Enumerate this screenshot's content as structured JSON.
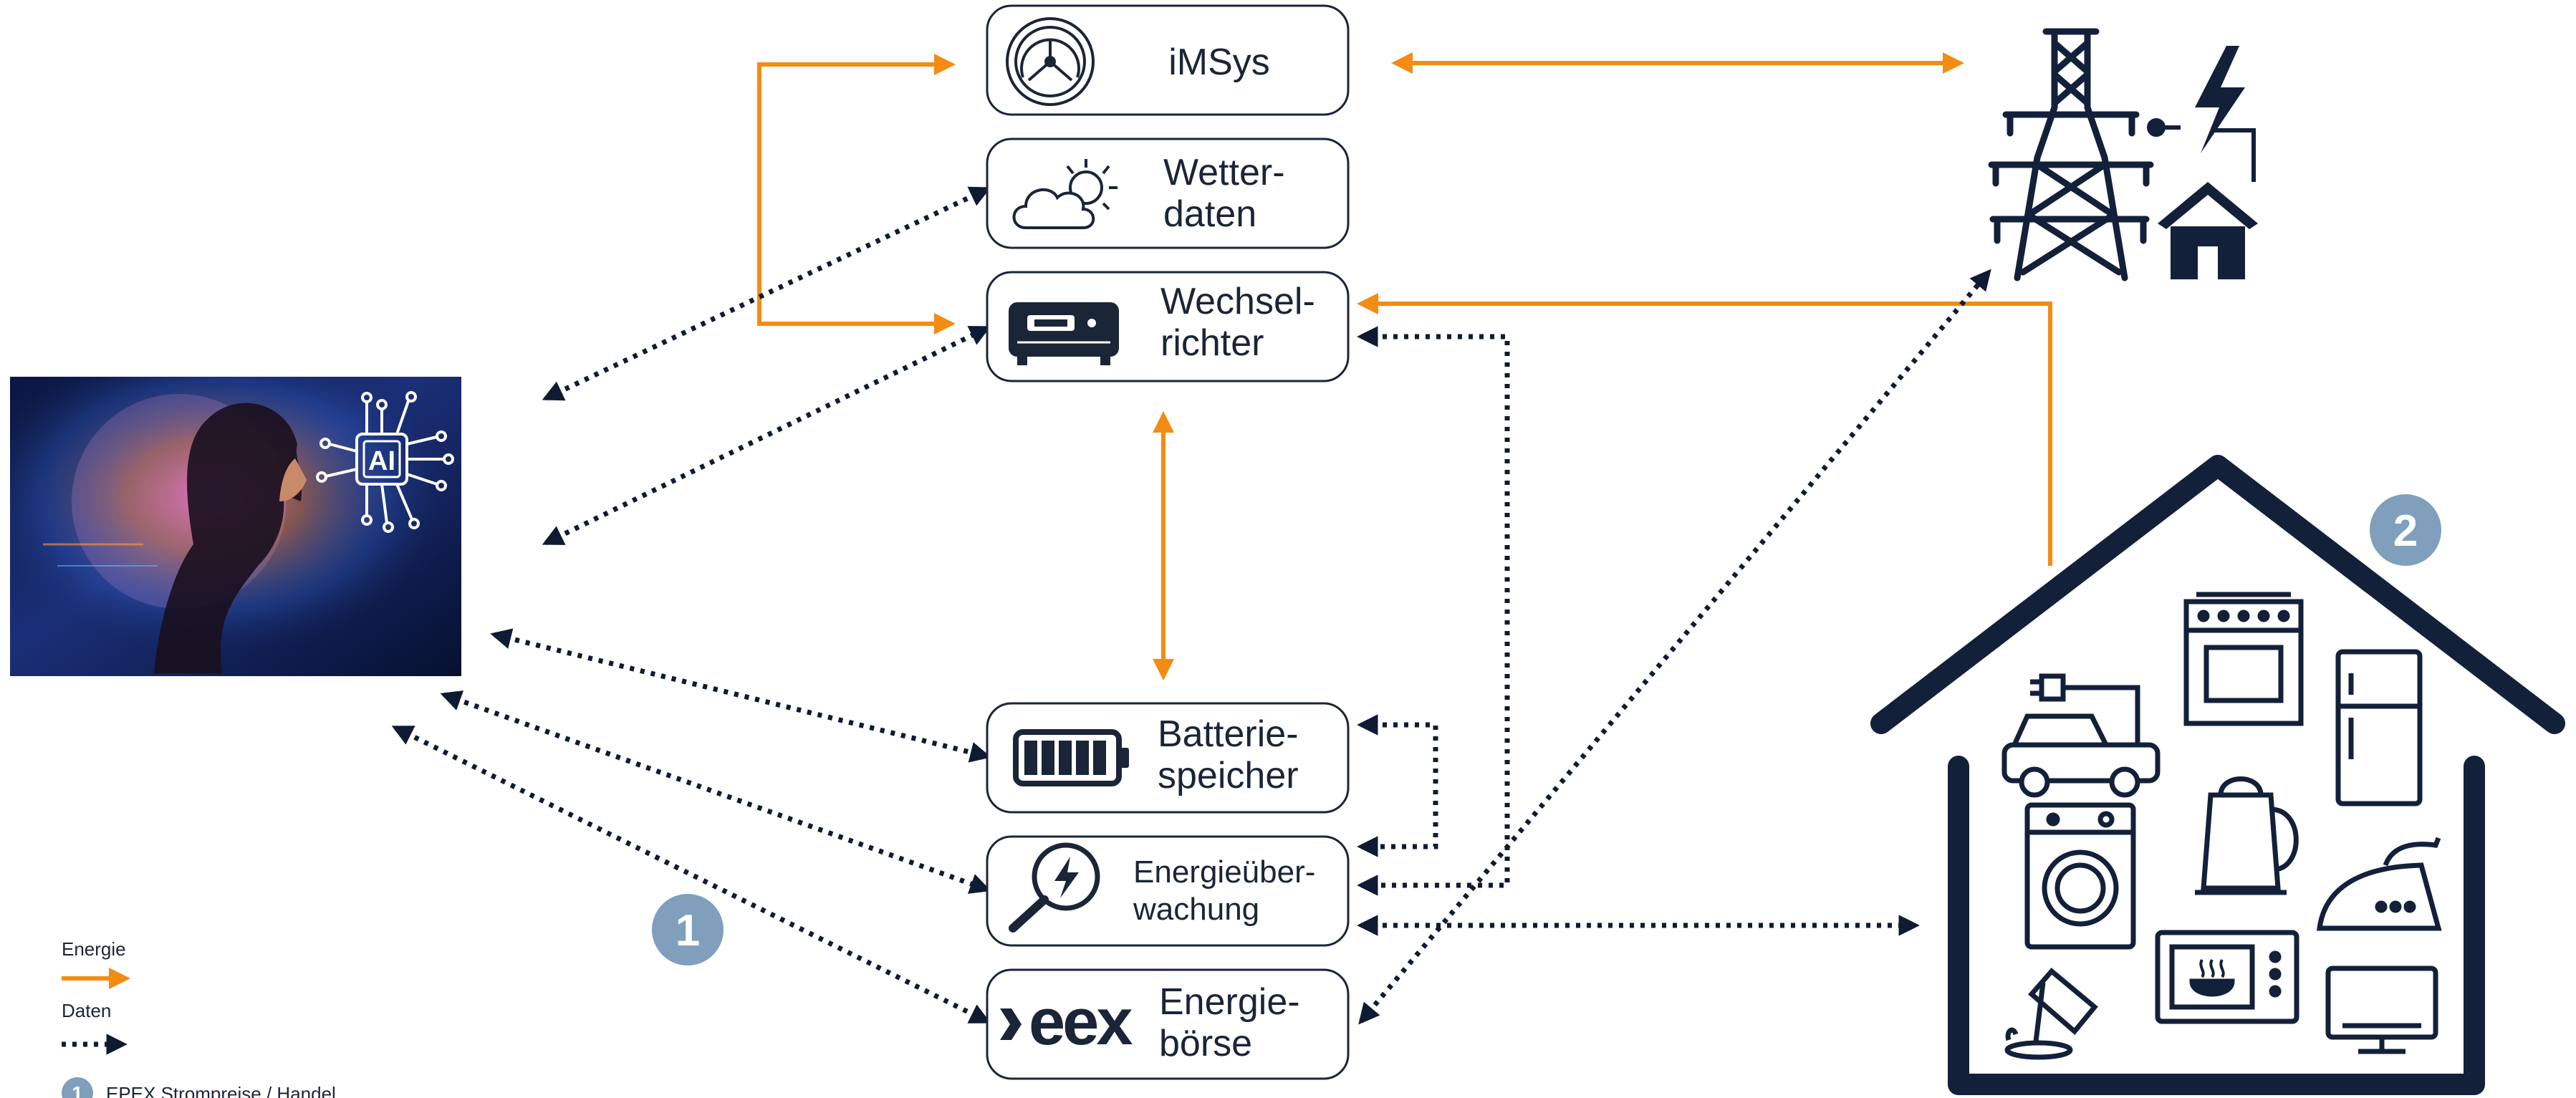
{
  "nodes": {
    "imsys": {
      "line1": "iMSys",
      "line2": ""
    },
    "wetter": {
      "line1": "Wetter-",
      "line2": "daten"
    },
    "wechsel": {
      "line1": "Wechsel-",
      "line2": "richter"
    },
    "batterie": {
      "line1": "Batterie-",
      "line2": "speicher"
    },
    "ueberwachung": {
      "line1": "Energieüber-",
      "line2": "wachung"
    },
    "boerse": {
      "line1": "Energie-",
      "line2": "börse"
    }
  },
  "logos": {
    "eex": "eex",
    "ai_chip": "AI"
  },
  "badges": {
    "one": "1",
    "two": "2"
  },
  "legend": {
    "energie_label": "Energie",
    "daten_label": "Daten",
    "footnote": "EPEX Strompreise / Handel"
  },
  "colors": {
    "energy": "#f28c13",
    "data": "#0f1b33",
    "navy": "#13203a",
    "badge": "#7f9fbd"
  },
  "icons": [
    "gauge-icon",
    "weather-icon",
    "inverter-icon",
    "battery-icon",
    "energy-monitor-icon",
    "eex-logo",
    "power-grid-icon",
    "house-icon",
    "ai-image",
    "ai-chip-icon"
  ]
}
